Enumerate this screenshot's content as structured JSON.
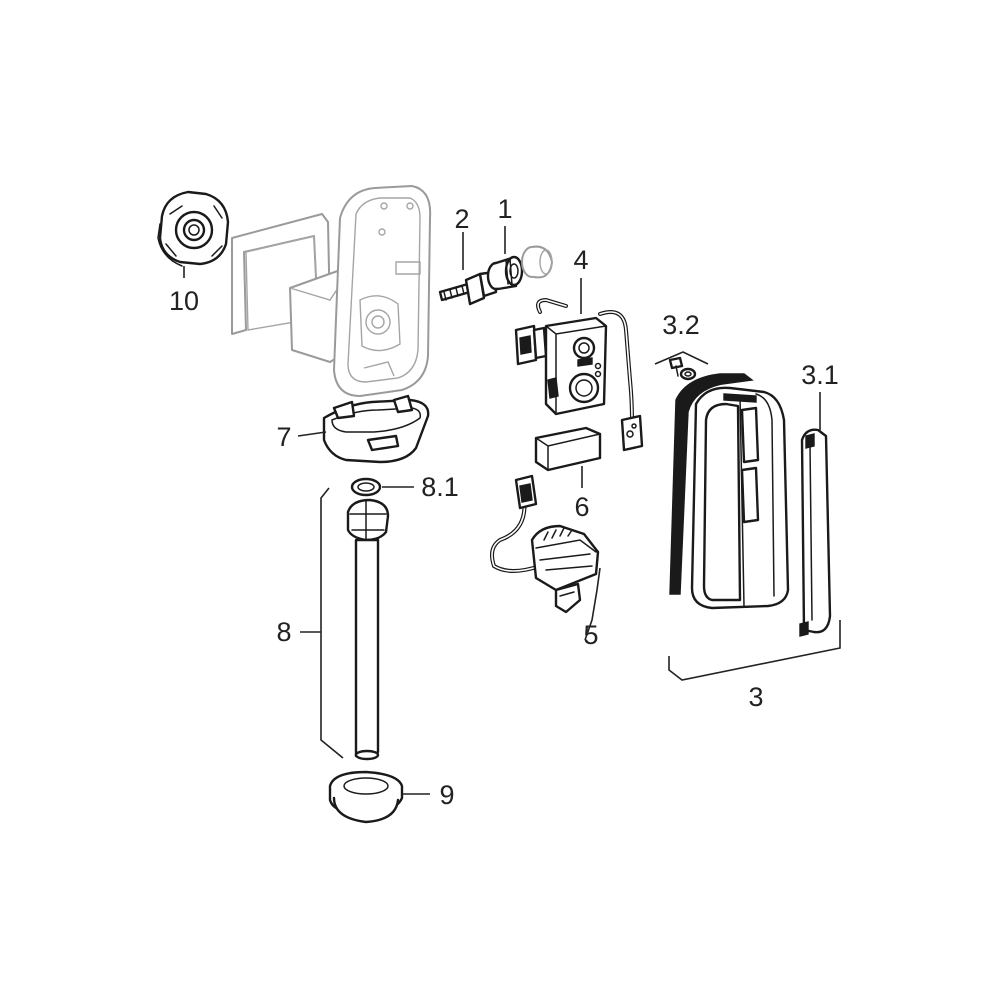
{
  "diagram": {
    "labels": {
      "p1": "1",
      "p2": "2",
      "p3": "3",
      "p3_1": "3.1",
      "p3_2": "3.2",
      "p4": "4",
      "p5": "5",
      "p6": "6",
      "p7": "7",
      "p8": "8",
      "p8_1": "8.1",
      "p9": "9",
      "p10": "10"
    }
  }
}
